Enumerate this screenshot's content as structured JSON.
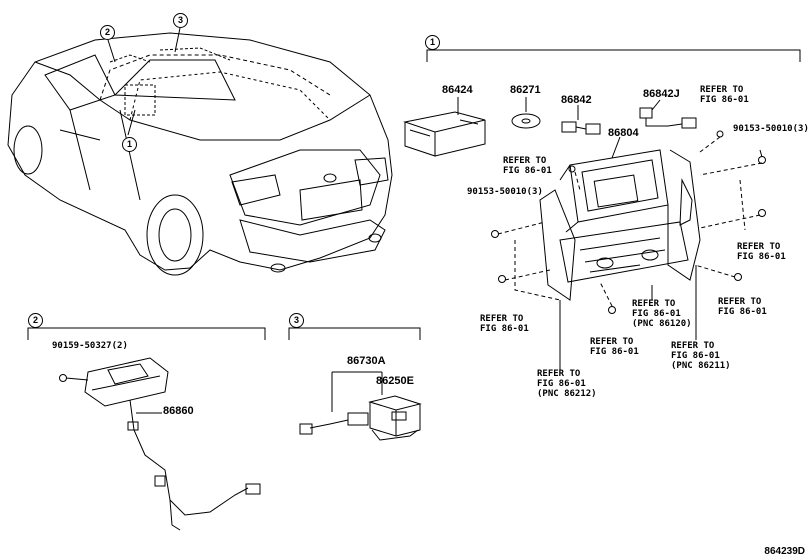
{
  "callouts": {
    "one": "1",
    "two": "2",
    "three": "3"
  },
  "parts": {
    "p86424": "86424",
    "p86271": "86271",
    "p86842": "86842",
    "p86842J": "86842J",
    "p86804": "86804",
    "p90153_a": "90153-50010(3)",
    "p90153_b": "90153-50010(3)",
    "p90159": "90159-50327(2)",
    "p86860": "86860",
    "p86730A": "86730A",
    "p86250E": "86250E"
  },
  "refs": {
    "r1_l1": "REFER TO",
    "r1_l2": "FIG 86-01",
    "r2_l1": "REFER TO",
    "r2_l2": "FIG 86-01",
    "r3_l1": "REFER TO",
    "r3_l2": "FIG 86-01",
    "r4_l1": "REFER TO",
    "r4_l2": "FIG 86-01",
    "r5_l1": "REFER TO",
    "r5_l2": "FIG 86-01",
    "r6_l1": "REFER TO",
    "r6_l2": "FIG 86-01",
    "r6_l3": "(PNC 86120)",
    "r7_l1": "REFER TO",
    "r7_l2": "FIG 86-01",
    "r8_l1": "REFER TO",
    "r8_l2": "FIG 86-01",
    "r8_l3": "(PNC 86211)",
    "r9_l1": "REFER TO",
    "r9_l2": "FIG 86-01",
    "r9_l3": "(PNC 86212)"
  },
  "diagram_id": "864239D"
}
